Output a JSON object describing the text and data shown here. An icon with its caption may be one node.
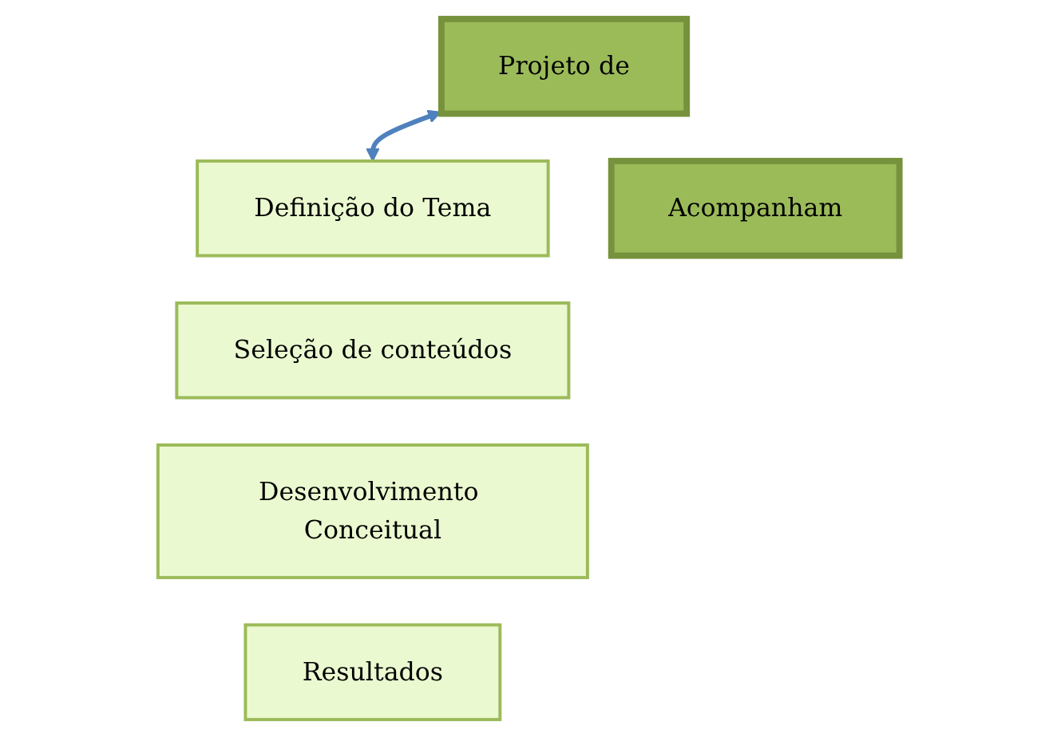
{
  "diagram": {
    "nodes": [
      {
        "text": [
          "Projeto de"
        ]
      },
      {
        "text": [
          "Definição do Tema"
        ]
      },
      {
        "text": [
          "Seleção de conteúdos"
        ]
      },
      {
        "text": [
          "Desenvolvimento Conceitual"
        ]
      },
      {
        "text": [
          "Resultados"
        ]
      },
      {
        "text": [
          "Acompanham"
        ]
      }
    ],
    "edges": [
      {
        "from": 0,
        "to": 1,
        "arrow": "both",
        "color": "#4f81bd"
      }
    ]
  }
}
